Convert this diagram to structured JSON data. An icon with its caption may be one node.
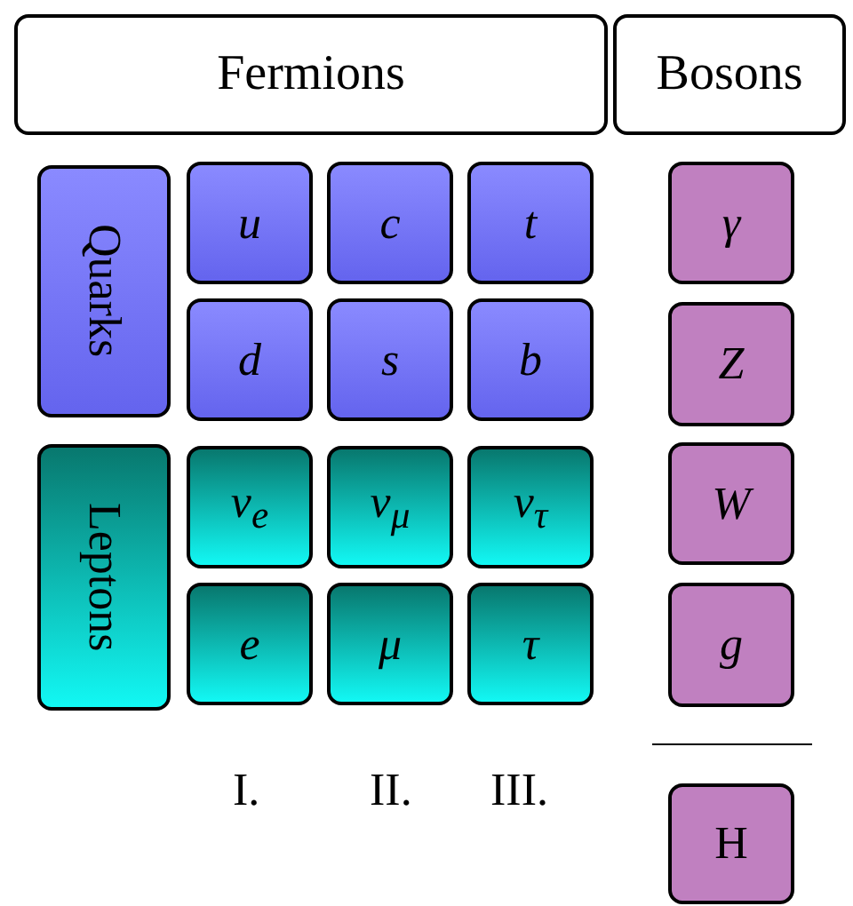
{
  "diagram": {
    "nodes": [
      {
        "text": [
          "Fermions"
        ]
      },
      {
        "text": [
          "Bosons"
        ]
      },
      {
        "text": [
          "Quarks"
        ]
      },
      {
        "text": [
          "u"
        ]
      },
      {
        "text": [
          "c"
        ]
      },
      {
        "text": [
          "t"
        ]
      },
      {
        "text": [
          "d"
        ]
      },
      {
        "text": [
          "s"
        ]
      },
      {
        "text": [
          "b"
        ]
      },
      {
        "text": [
          "Leptons"
        ]
      },
      {
        "text": [
          "ν$_{e}$"
        ]
      },
      {
        "text": [
          "ν$_{μ}$"
        ]
      },
      {
        "text": [
          "ν$_{τ}$"
        ]
      },
      {
        "text": [
          "e"
        ]
      },
      {
        "text": [
          "μ"
        ]
      },
      {
        "text": [
          "τ"
        ]
      },
      {
        "text": [
          "γ"
        ]
      },
      {
        "text": [
          "Z"
        ]
      },
      {
        "text": [
          "W"
        ]
      },
      {
        "text": [
          "g"
        ]
      },
      {
        "text": [
          "H"
        ]
      }
    ],
    "labels": [
      "I.",
      "II.",
      "III."
    ]
  }
}
